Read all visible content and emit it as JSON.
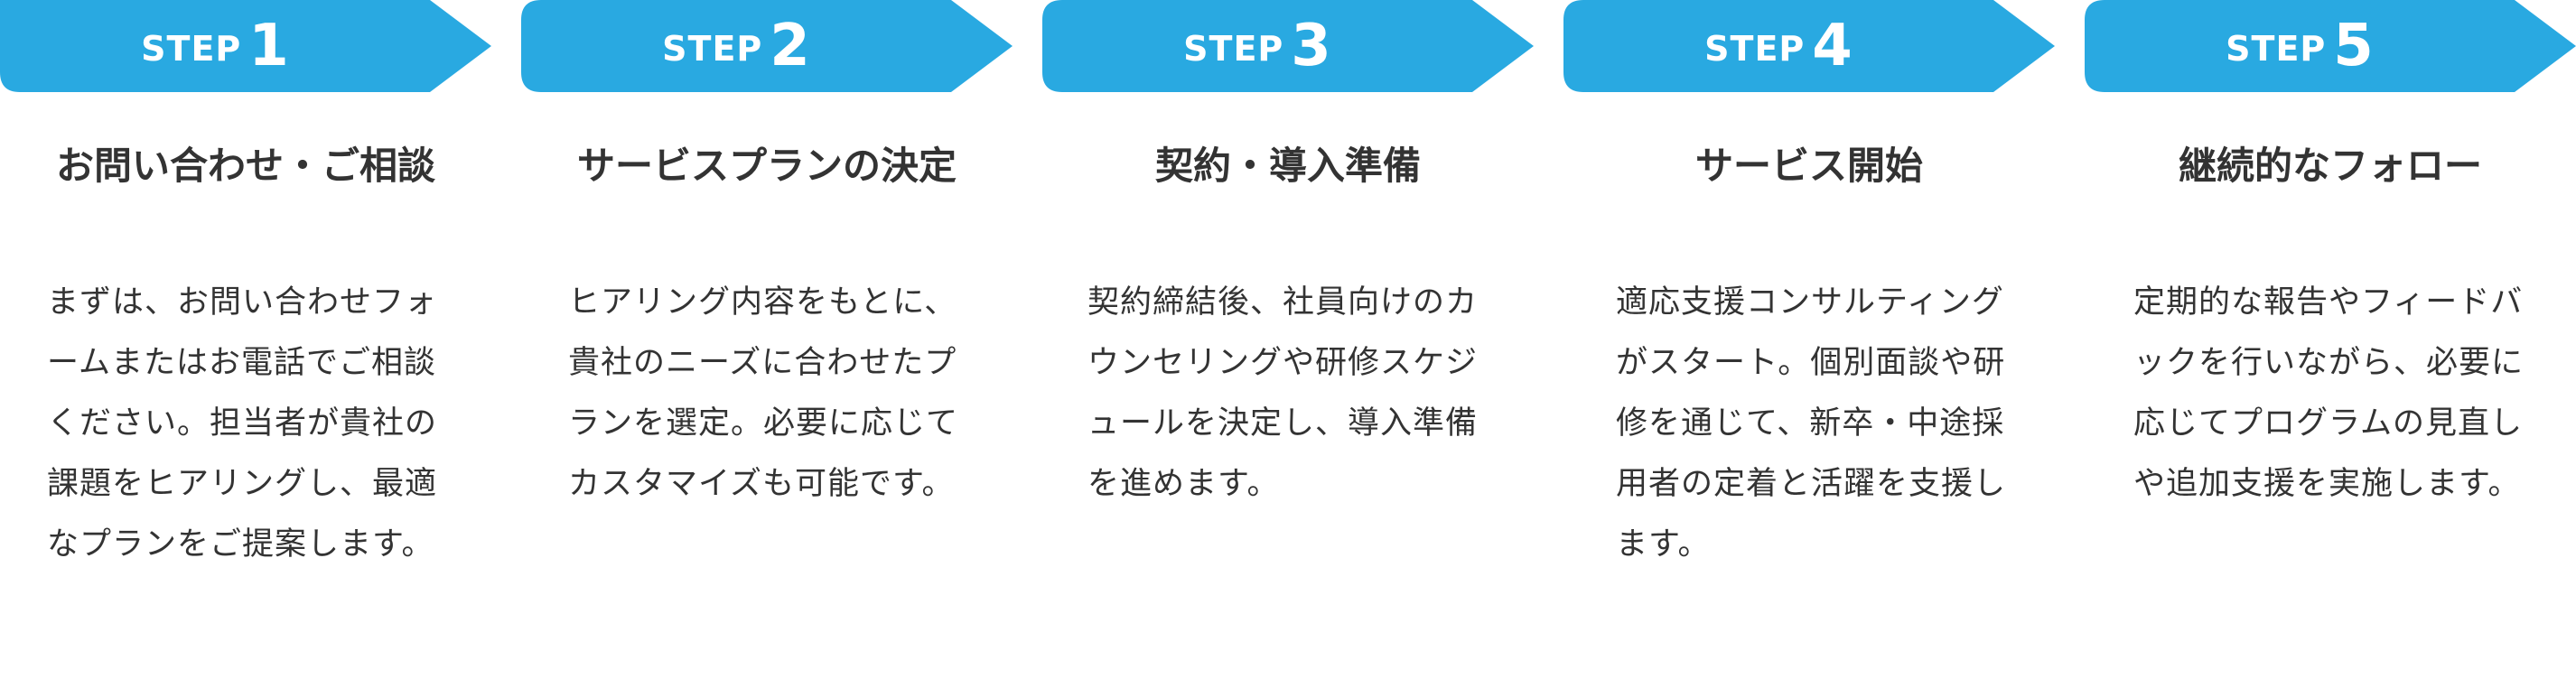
{
  "step_word": "STEP",
  "accent_color": "#29A9E1",
  "steps": [
    {
      "number": "1",
      "title": "お問い合わせ・ご相談",
      "description": "まずは、お問い合わせフォームまたはお電話でご相談ください。担当者が貴社の課題をヒアリングし、最適なプランをご提案します。"
    },
    {
      "number": "2",
      "title": "サービスプランの決定",
      "description": "ヒアリング内容をもとに、貴社のニーズに合わせたプランを選定。必要に応じてカスタマイズも可能です。"
    },
    {
      "number": "3",
      "title": "契約・導入準備",
      "description": "契約締結後、社員向けのカウンセリングや研修スケジュールを決定し、導入準備を進めます。"
    },
    {
      "number": "4",
      "title": "サービス開始",
      "description": "適応支援コンサルティングがスタート。個別面談や研修を通じて、新卒・中途採用者の定着と活躍を支援します。"
    },
    {
      "number": "5",
      "title": "継続的なフォロー",
      "description": "定期的な報告やフィードバックを行いながら、必要に応じてプログラムの見直しや追加支援を実施します。"
    }
  ]
}
